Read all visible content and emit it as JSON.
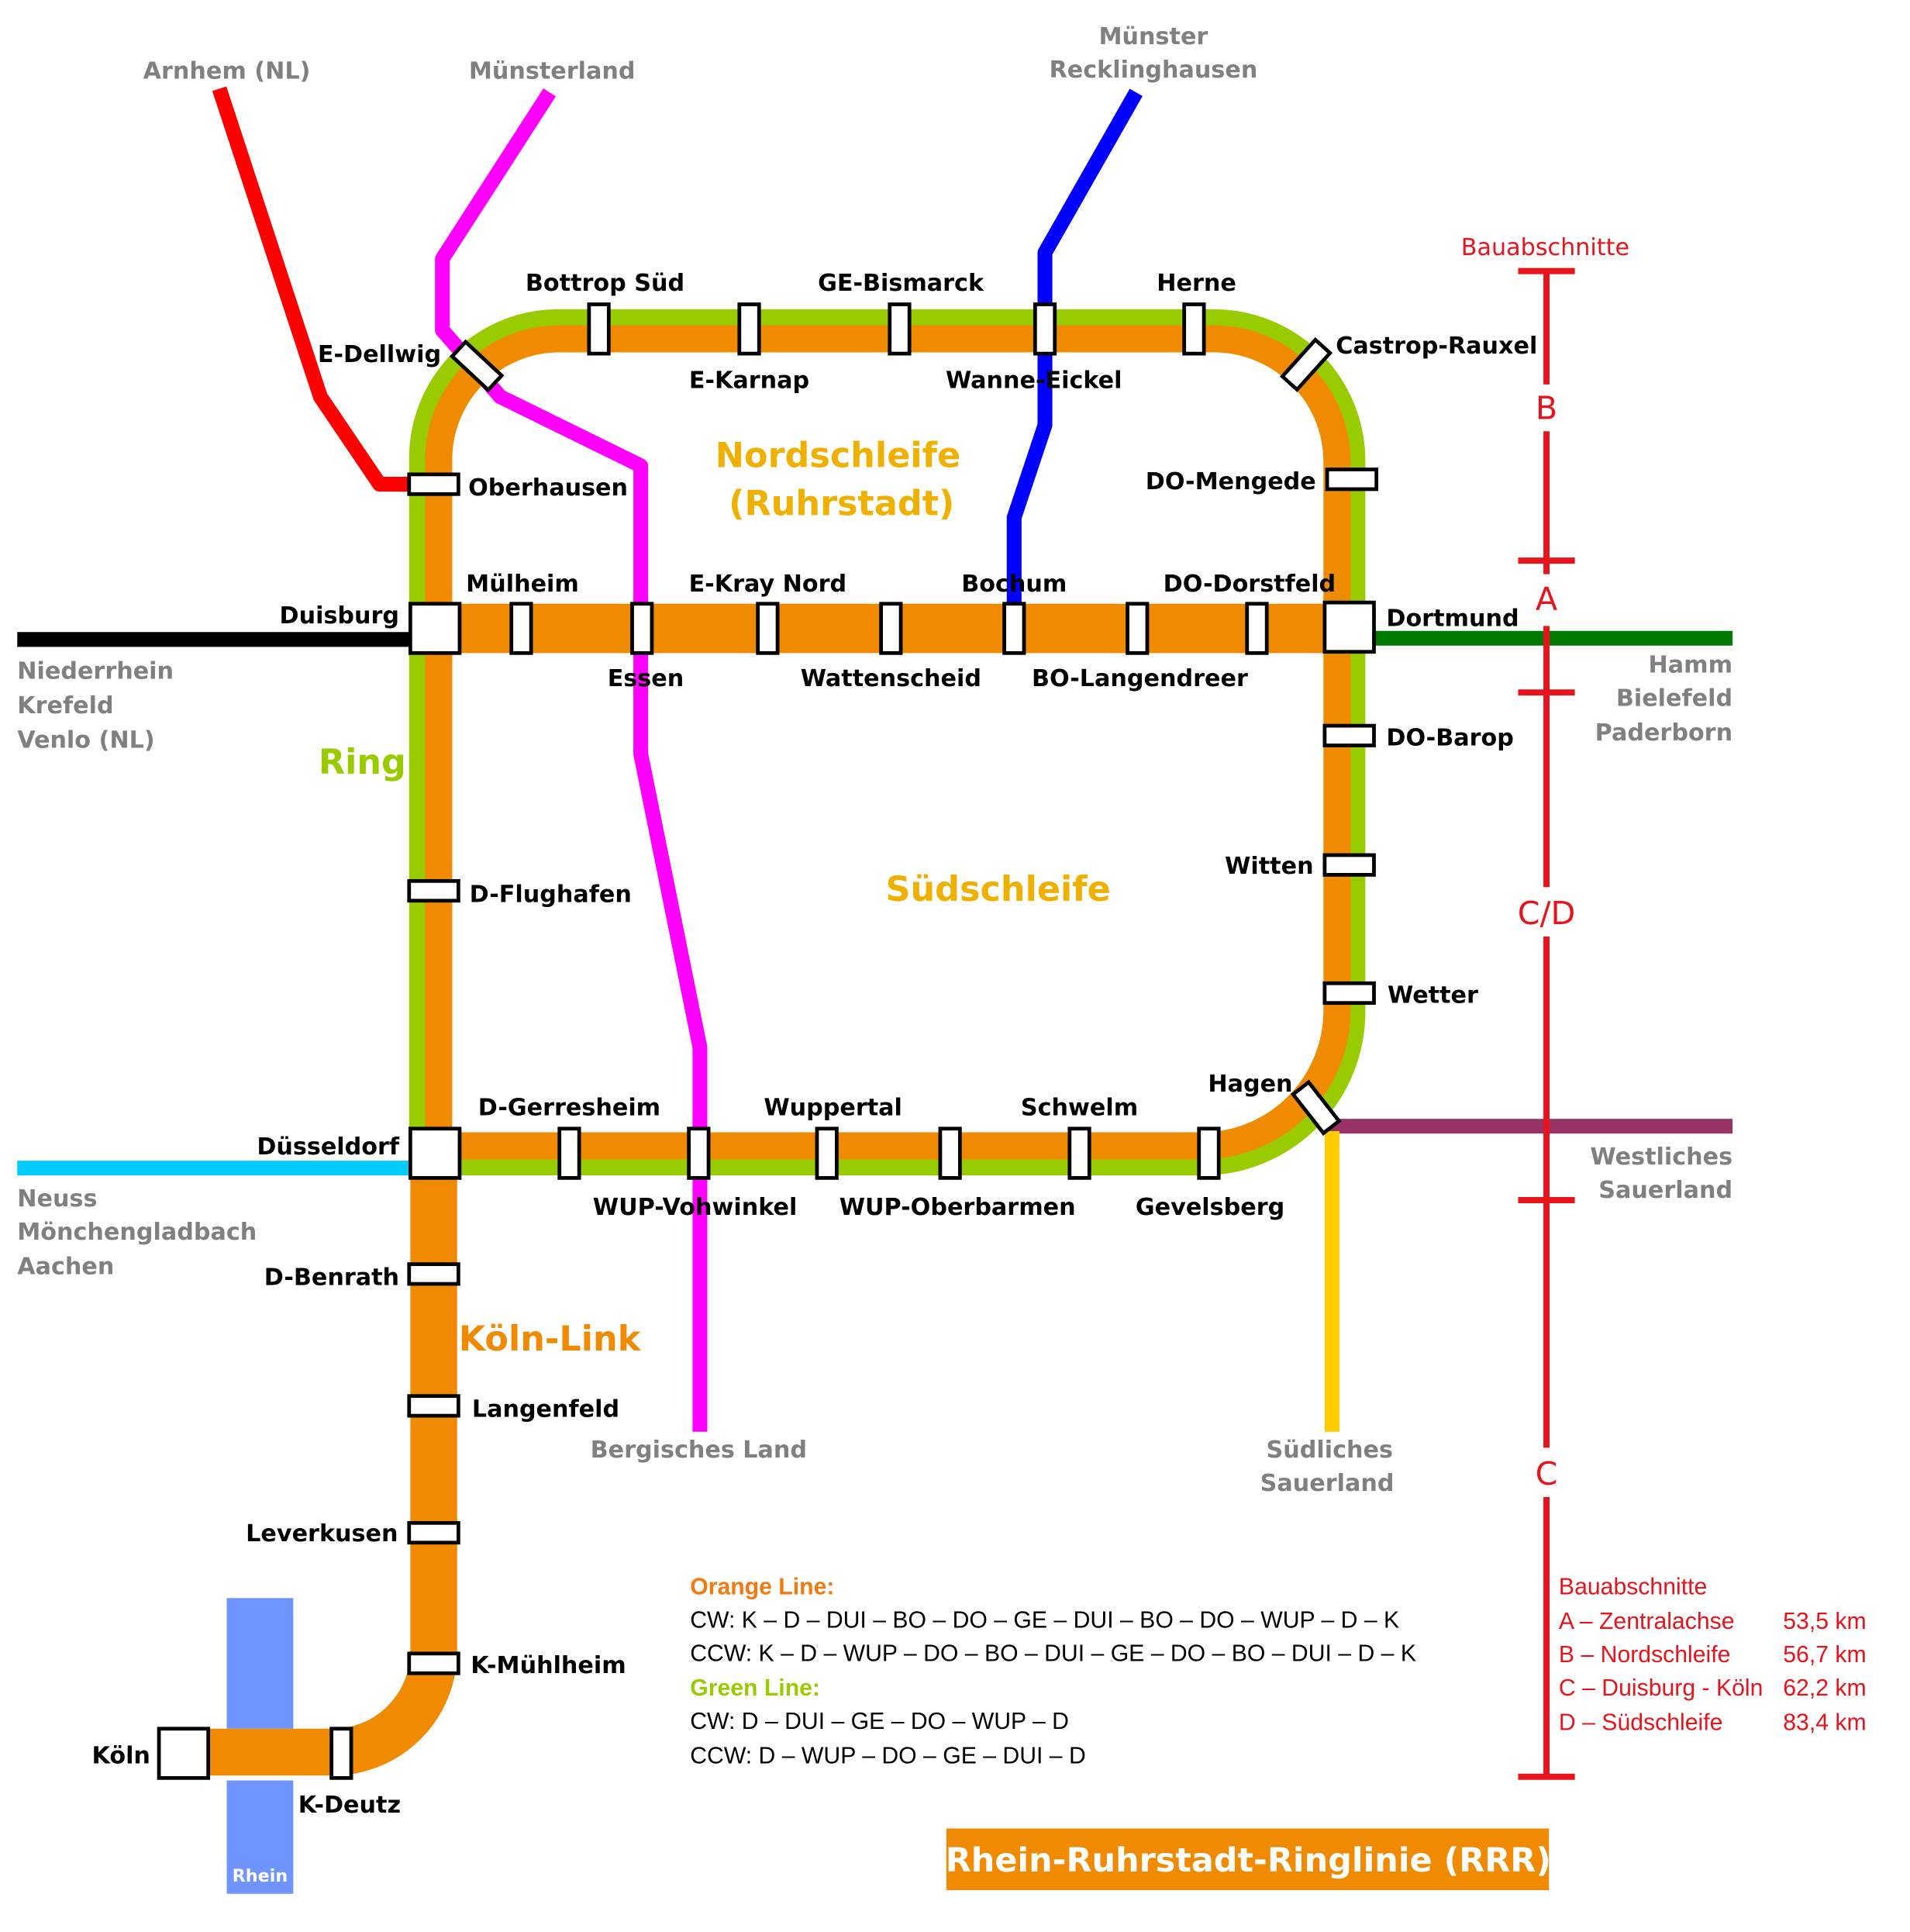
{
  "title": "Rhein-Ruhrstadt-Ringlinie (RRR)",
  "colors": {
    "orange": "#f08a00",
    "green": "#99cc00",
    "magenta": "#ff00ff",
    "red": "#ff0000",
    "blue": "#0000ff",
    "black": "#000000",
    "darkgreen": "#007a00",
    "cyan": "#00ccff",
    "purple": "#993366",
    "yellow": "#ffcc00",
    "rhein": "#6f94ff",
    "external_gray": "#808080",
    "section_red": "#e8141c",
    "region_gold": "#f0b000"
  },
  "regions": {
    "nordschleife_line1": "Nordschleife",
    "nordschleife_line2": "(Ruhrstadt)",
    "suedschleife": "Südschleife",
    "ring": "Ring",
    "koeln_link": "Köln-Link",
    "rhein": "Rhein"
  },
  "stations": {
    "bottrop_sued": "Bottrop Süd",
    "e_karnap": "E-Karnap",
    "ge_bismarck": "GE-Bismarck",
    "wanne_eickel": "Wanne-Eickel",
    "herne": "Herne",
    "castrop_rauxel": "Castrop-Rauxel",
    "do_mengede": "DO-Mengede",
    "e_dellwig": "E-Dellwig",
    "oberhausen": "Oberhausen",
    "duisburg": "Duisburg",
    "muelheim": "Mülheim",
    "essen": "Essen",
    "e_kray_nord": "E-Kray Nord",
    "wattenscheid": "Wattenscheid",
    "bochum": "Bochum",
    "bo_langendreer": "BO-Langendreer",
    "do_dorstfeld": "DO-Dorstfeld",
    "dortmund": "Dortmund",
    "do_barop": "DO-Barop",
    "witten": "Witten",
    "wetter": "Wetter",
    "hagen": "Hagen",
    "gevelsberg": "Gevelsberg",
    "schwelm": "Schwelm",
    "wup_oberbarmen": "WUP-Oberbarmen",
    "wuppertal": "Wuppertal",
    "wup_vohwinkel": "WUP-Vohwinkel",
    "d_gerresheim": "D-Gerresheim",
    "duesseldorf": "Düsseldorf",
    "d_flughafen": "D-Flughafen",
    "d_benrath": "D-Benrath",
    "langenfeld": "Langenfeld",
    "leverkusen": "Leverkusen",
    "k_muehlheim": "K-Mühlheim",
    "k_deutz": "K-Deutz",
    "koeln": "Köln"
  },
  "external": {
    "arnhem": "Arnhem (NL)",
    "muensterland": "Münsterland",
    "muenster_1": "Münster",
    "muenster_2": "Recklinghausen",
    "west_1": "Niederrhein",
    "west_2": "Krefeld",
    "west_3": "Venlo (NL)",
    "east_1": "Hamm",
    "east_2": "Bielefeld",
    "east_3": "Paderborn",
    "sw_1": "Neuss",
    "sw_2": "Mönchengladbach",
    "sw_3": "Aachen",
    "bergisches": "Bergisches Land",
    "wsauer_1": "Westliches",
    "wsauer_2": "Sauerland",
    "ssauer_1": "Südliches",
    "ssauer_2": "Sauerland"
  },
  "sections_bar": {
    "heading": "Bauabschnitte",
    "labels": [
      "B",
      "A",
      "C/D",
      "C"
    ]
  },
  "legend": {
    "orange_heading": "Orange Line:",
    "orange_cw": "CW: K – D – DUI – BO – DO – GE – DUI – BO – DO – WUP – D – K",
    "orange_ccw": "CCW: K – D – WUP – DO – BO – DUI – GE – DO – BO – DUI – D – K",
    "green_heading": "Green Line:",
    "green_cw": "CW: D – DUI – GE – DO – WUP – D",
    "green_ccw": "CCW: D – WUP – DO – GE – DUI – D"
  },
  "sections_legend": {
    "heading": "Bauabschnitte",
    "rows": [
      {
        "name": "A – Zentralachse",
        "length": "53,5 km"
      },
      {
        "name": "B – Nordschleife",
        "length": "56,7 km"
      },
      {
        "name": "C – Duisburg - Köln",
        "length": "62,2 km"
      },
      {
        "name": "D – Südschleife",
        "length": "83,4 km"
      }
    ]
  }
}
